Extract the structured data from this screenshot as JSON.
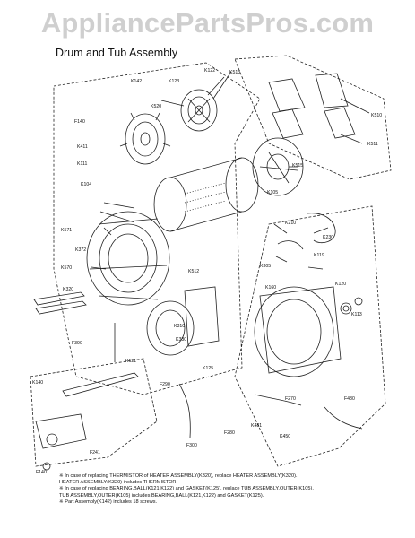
{
  "watermark": "AppliancePartsPros.com",
  "title": "Drum and Tub Assembly",
  "labels": {
    "F140": "F140",
    "K411": "K411",
    "K111": "K111",
    "K104": "K104",
    "K571": "K571",
    "K570": "K570",
    "K372": "K372",
    "K320": "K320",
    "K142": "K142",
    "K123": "K123",
    "K121": "K121",
    "K125": "K125",
    "K122": "K122",
    "K513": "K513",
    "K515": "K515",
    "K510": "K510",
    "K511": "K511",
    "K512": "K512",
    "K310": "K310",
    "K330": "K330",
    "F390": "F390",
    "F290": "F290",
    "F300": "F300",
    "F280": "F280",
    "F480": "F480",
    "F140b": "F140",
    "K119": "K119",
    "K105": "K105",
    "K113": "K113",
    "K210": "K210",
    "K230": "K230",
    "K305": "K305",
    "K160": "K160",
    "K120": "K120",
    "K481": "K481",
    "K450": "K450",
    "K140": "K140",
    "F270": "F270",
    "F241": "F241",
    "F140c": "F140",
    "K520": "K520"
  },
  "notes": [
    "※ In case of replacing THERMISTOR of HEATER ASSEMBLY(K320), replace HEATER ASSEMBLY(K320).",
    "   HEATER ASSEMBLY(K320) includes THERMISTOR.",
    "※ In case of replacing BEARING,BALL(K121,K122) and GASKET(K125), replace TUB ASSEMBLY,OUTER(K105).",
    "   TUB ASSEMBLY,OUTER(K105) includes BEARING,BALL(K121,K122) and GASKET(K125).",
    "※ Part Assembly(K142) includes 18 screws."
  ]
}
